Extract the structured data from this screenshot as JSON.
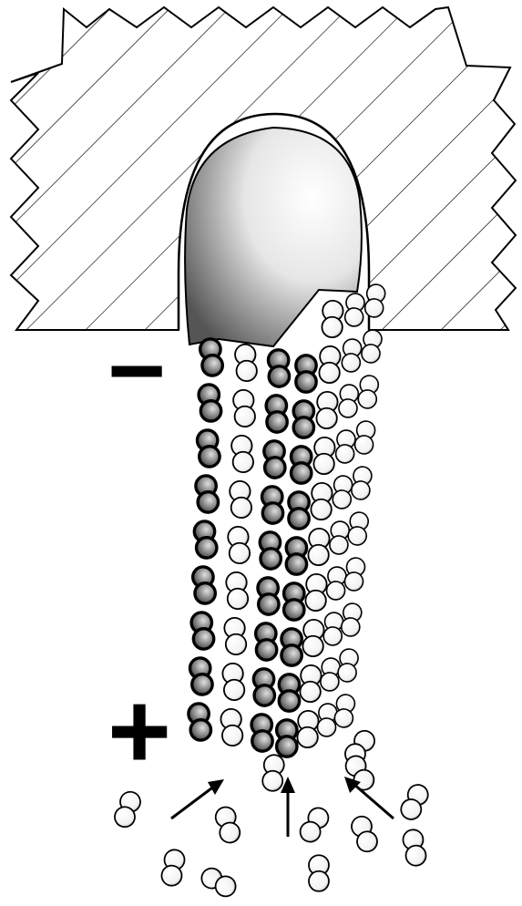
{
  "labels": {
    "minus": "−",
    "plus": "+"
  },
  "colors": {
    "ink": "#000000",
    "paper": "#ffffff"
  },
  "figure": {
    "microtubule_columns": 7,
    "dimer_rows": 9,
    "free_dimers": 12,
    "arrows": 3
  }
}
